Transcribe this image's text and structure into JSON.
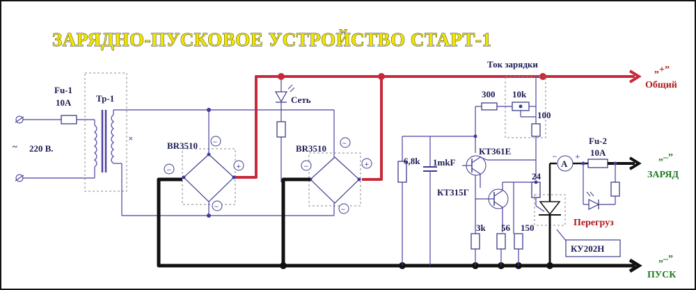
{
  "title": "ЗАРЯДНО-ПУСКОВОЕ УСТРОЙСТВО СТАРТ-1",
  "labels": {
    "fuse1_name": "Fu-1",
    "fuse1_rating": "10A",
    "transformer": "Тр-1",
    "mains_voltage": "220 В.",
    "bridge1": "BR3510",
    "bridge2": "BR3510",
    "mains_led": "Сеть",
    "charge_current": "Ток зарядки",
    "r300": "300",
    "r10k": "10k",
    "r100": "100",
    "r6_8k": "6,8k",
    "c1mkf": "1mkF",
    "kt361": "КТ361Е",
    "kt315": "КТ315Г",
    "r24": "24",
    "r3k": "3k",
    "r56": "56",
    "r150": "150",
    "thyristor": "КУ202Н",
    "fuse2_name": "Fu-2",
    "fuse2_rating": "10A",
    "ammeter": "A",
    "overload": "Перегруз",
    "plus_sign": "„+”",
    "common": "Общий",
    "minus_charge_sign": "„–”",
    "charge": "ЗАРЯД",
    "minus_start_sign": "„–”",
    "start": "ПУСК"
  },
  "colors": {
    "title_fill": "#f2e600",
    "positive_bus": "#c8283a",
    "negative_bus": "#111111",
    "wiring": "#4a3fa0",
    "green_labels": "#1f7a1f",
    "red_labels": "#b01818"
  }
}
